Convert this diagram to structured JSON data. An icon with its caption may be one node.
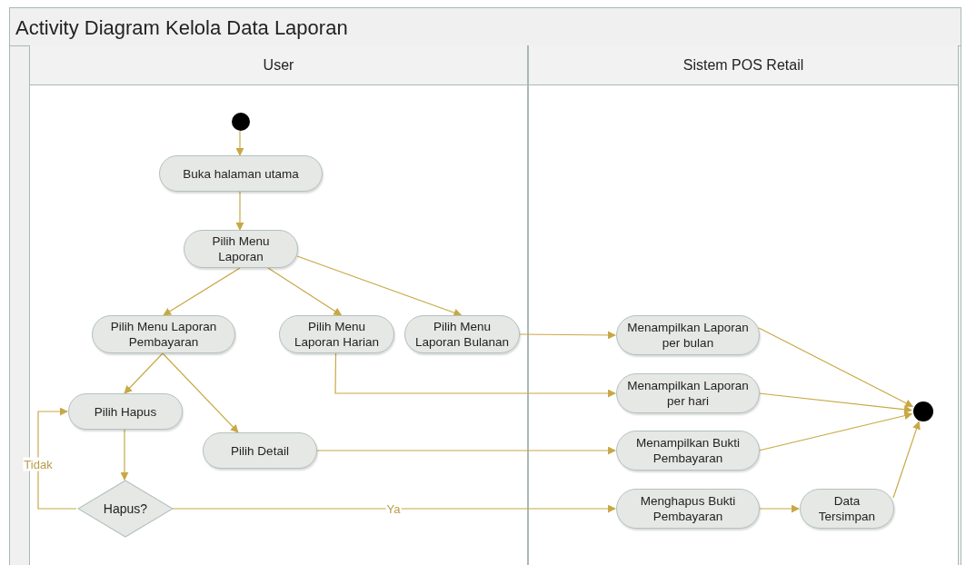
{
  "diagram": {
    "title": "Activity Diagram Kelola Data Laporan",
    "nodes": [
      {
        "text": [
          "User"
        ]
      },
      {
        "text": [
          "Sistem POS Retail"
        ]
      },
      {
        "text": [],
        "shape": "circle",
        "in": 0
      },
      {
        "text": [
          "Buka halaman utama"
        ],
        "in": 0
      },
      {
        "text": [
          "Pilih Menu Laporan"
        ],
        "in": 0
      },
      {
        "text": [
          "Pilih Menu Laporan Pembayaran"
        ],
        "in": 0
      },
      {
        "text": [
          "Pilih Menu Laporan Harian"
        ],
        "in": 0
      },
      {
        "text": [
          "Pilih Menu Laporan Bulanan"
        ],
        "in": 0
      },
      {
        "text": [
          "Pilih Hapus"
        ],
        "in": 0
      },
      {
        "text": [
          "Pilih Detail"
        ],
        "in": 0
      },
      {
        "text": [
          "Hapus?"
        ],
        "in": 0
      },
      {
        "text": [
          "Menampilkan Laporan per bulan"
        ],
        "in": 1
      },
      {
        "text": [
          "Menampilkan Laporan per hari"
        ],
        "in": 1
      },
      {
        "text": [
          "Menampilkan Bukti Pembayaran"
        ],
        "in": 1
      },
      {
        "text": [
          "Menghapus Bukti Pembayaran"
        ],
        "in": 1
      },
      {
        "text": [
          "Data Tersimpan"
        ],
        "in": 1
      },
      {
        "text": [],
        "shape": "circle",
        "in": 1
      }
    ],
    "edges": [
      {
        "from": 2,
        "to": 3,
        "arrow": "to"
      },
      {
        "from": 3,
        "to": 4,
        "arrow": "to"
      },
      {
        "from": 4,
        "to": 5,
        "arrow": "to"
      },
      {
        "from": 4,
        "to": 6,
        "arrow": "to"
      },
      {
        "from": 4,
        "to": 7,
        "arrow": "to"
      },
      {
        "from": 7,
        "to": 11,
        "arrow": "to"
      },
      {
        "from": 6,
        "to": 12,
        "arrow": "to"
      },
      {
        "from": 5,
        "to": 8,
        "arrow": "to"
      },
      {
        "from": 5,
        "to": 9,
        "arrow": "to"
      },
      {
        "from": 9,
        "to": 13,
        "arrow": "to"
      },
      {
        "from": 8,
        "to": 10,
        "arrow": "to"
      },
      {
        "from": 10,
        "to": 8,
        "arrow": "to",
        "label": "Tidak"
      },
      {
        "from": 10,
        "to": 14,
        "arrow": "to",
        "label": "Ya"
      },
      {
        "from": 14,
        "to": 15,
        "arrow": "to"
      },
      {
        "from": 11,
        "to": 16,
        "arrow": "to"
      },
      {
        "from": 12,
        "to": 16,
        "arrow": "to"
      },
      {
        "from": 13,
        "to": 16,
        "arrow": "to"
      },
      {
        "from": 15,
        "to": 16,
        "arrow": "to"
      }
    ]
  }
}
